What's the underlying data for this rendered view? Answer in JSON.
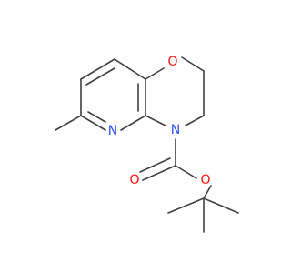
{
  "molecule": {
    "atoms": [
      {
        "id": "O1",
        "symbol": "O",
        "color": "#ff0d0d"
      },
      {
        "id": "N4",
        "symbol": "N",
        "color": "#3050f8"
      },
      {
        "id": "N5",
        "symbol": "N",
        "color": "#3050f8"
      },
      {
        "id": "O_carbonyl",
        "symbol": "O",
        "color": "#ff0d0d"
      },
      {
        "id": "O_ester",
        "symbol": "O",
        "color": "#ff0d0d"
      }
    ],
    "bond_color": "#404040"
  }
}
